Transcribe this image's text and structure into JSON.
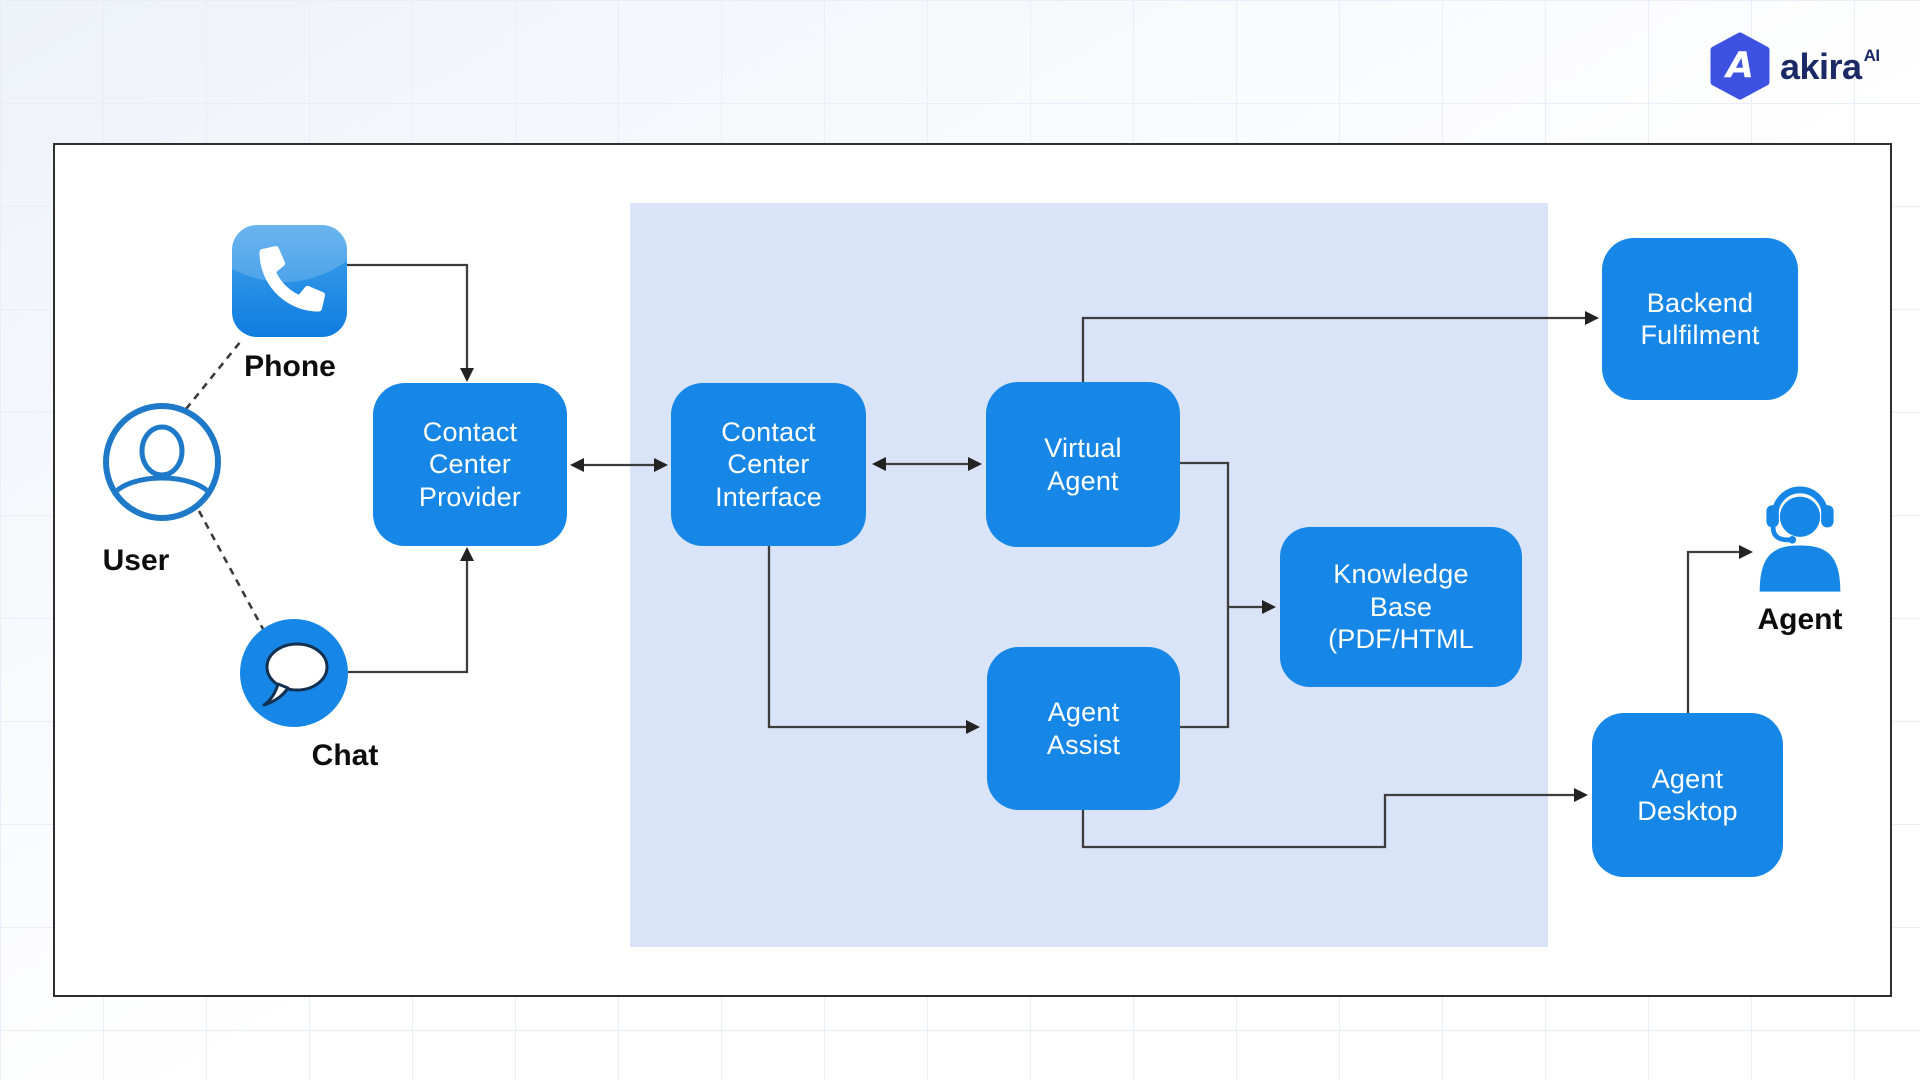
{
  "logo": {
    "brand": "akira",
    "superscript": "AI",
    "hexagon_letter": "A",
    "hexagon_color": "#3d52e0",
    "text_color": "#1b2a66"
  },
  "diagram": {
    "nodes": [
      {
        "id": "contact-center-provider",
        "label": "Contact\nCenter\nProvider"
      },
      {
        "id": "contact-center-interface",
        "label": "Contact\nCenter\nInterface"
      },
      {
        "id": "virtual-agent",
        "label": "Virtual\nAgent"
      },
      {
        "id": "agent-assist",
        "label": "Agent\nAssist"
      },
      {
        "id": "knowledge-base",
        "label": "Knowledge\nBase\n(PDF/HTML"
      },
      {
        "id": "backend-fulfilment",
        "label": "Backend\nFulfilment"
      },
      {
        "id": "agent-desktop",
        "label": "Agent\nDesktop"
      }
    ],
    "icons": [
      {
        "id": "phone",
        "label": "Phone"
      },
      {
        "id": "user",
        "label": "User"
      },
      {
        "id": "chat",
        "label": "Chat"
      },
      {
        "id": "agent",
        "label": "Agent"
      }
    ],
    "colors": {
      "node_fill": "#1787e7",
      "panel": "#d9e4f8",
      "connector": "#3d3d3d",
      "node_text": "#ffffff",
      "caption_text": "#0d0d0d"
    }
  }
}
